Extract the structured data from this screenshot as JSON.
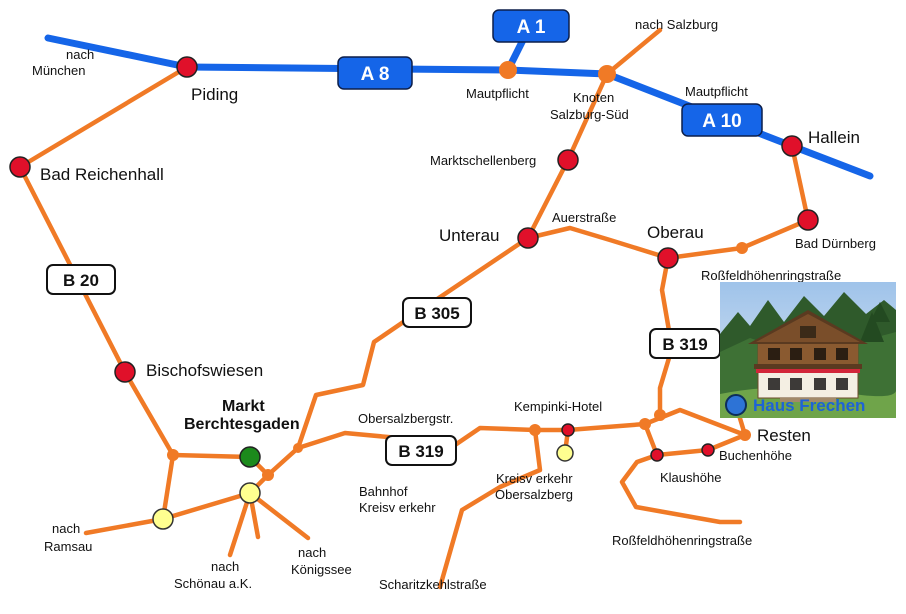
{
  "map": {
    "highways": {
      "a8": "A 8",
      "a1": "A 1",
      "a10": "A 10"
    },
    "road_badges": {
      "b20": "B 20",
      "b305": "B 305",
      "b319_east": "B 319",
      "b319_center": "B 319"
    },
    "places": {
      "piding": "Piding",
      "bad_reichenhall": "Bad Reichenhall",
      "bischofswiesen": "Bischofswiesen",
      "markt": "Markt",
      "berchtesgaden": "Berchtesgaden",
      "marktschellenberg": "Marktschellenberg",
      "unterau": "Unterau",
      "oberau": "Oberau",
      "hallein": "Hallein",
      "bad_duernberg": "Bad Dürnberg",
      "resten": "Resten",
      "buchenhoehe": "Buchenhöhe",
      "klaushoehe": "Klaushöhe",
      "kempinski": "Kempinki-Hotel"
    },
    "labels": {
      "nach_muenchen_1": "nach",
      "nach_muenchen_2": "München",
      "nach_salzburg": "nach Salzburg",
      "mautpflicht_a8": "Mautpflicht",
      "mautpflicht_a10": "Mautpflicht",
      "knoten_1": "Knoten",
      "knoten_2": "Salzburg-Süd",
      "auerstrasse": "Auerstraße",
      "rossfeld_north": "Roßfeldhöhenringstraße",
      "rossfeld_south": "Roßfeldhöhenringstraße",
      "obersalzbergstr": "Obersalzbergstr.",
      "kreisverkehr_1": "Kreisv erkehr",
      "kreisverkehr_2": "Obersalzberg",
      "bahnhof_1": "Bahnhof",
      "bahnhof_2": "Kreisv erkehr",
      "scharitzkehl": "Scharitzkehlstraße",
      "nach_ramsau_1": "nach",
      "nach_ramsau_2": "Ramsau",
      "nach_schoenau_1": "nach",
      "nach_schoenau_2": "Schönau a.K.",
      "nach_koenigssee_1": "nach",
      "nach_koenigssee_2": "Königssee"
    },
    "destination": {
      "name": "Haus Frechen"
    },
    "colors": {
      "road": "#f07a26",
      "autobahn": "#1565e8",
      "town": "#e0102a",
      "center": "#1c8a1c",
      "roundabout": "#ffff90",
      "destination": "#2d73d6"
    }
  }
}
